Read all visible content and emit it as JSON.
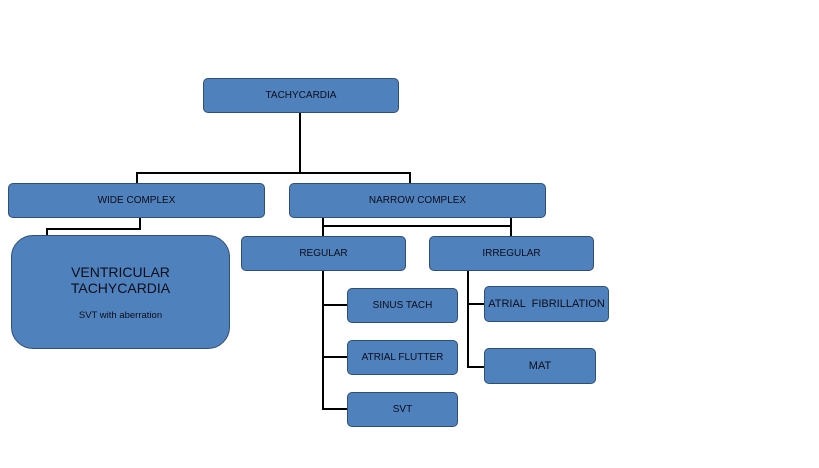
{
  "diagram": {
    "root": "TACHYCARDIA",
    "wide": "WIDE COMPLEX",
    "narrow": "NARROW COMPLEX",
    "vt_title_line1": "VENTRICULAR",
    "vt_title_line2": "TACHYCARDIA",
    "vt_subtitle": "SVT with aberration",
    "regular": "REGULAR",
    "irregular": "IRREGULAR",
    "sinus_tach": "SINUS TACH",
    "atrial_flutter": "ATRIAL FLUTTER",
    "svt": "SVT",
    "atrial_fibrillation": "ATRIAL  FIBRILLATION",
    "mat": "MAT"
  },
  "colors": {
    "node_fill": "#4f81bd",
    "node_border": "#2f4f75",
    "connector": "#000000",
    "text": "#0d0d1a"
  }
}
